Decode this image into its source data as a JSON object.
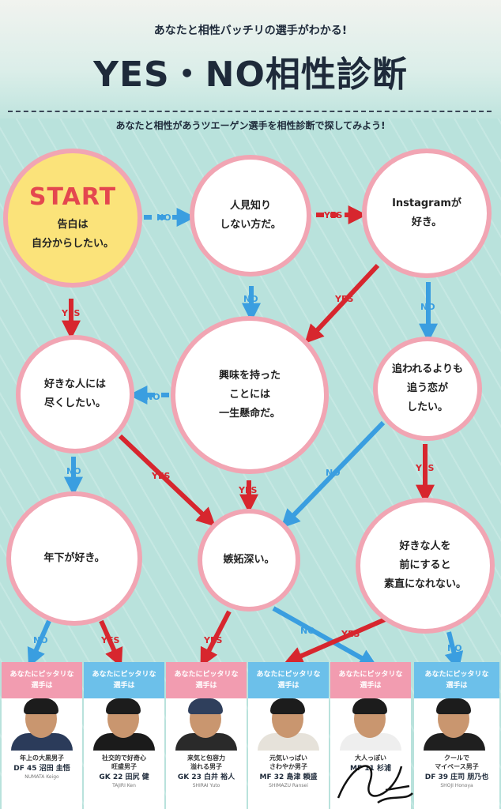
{
  "header": {
    "subtitle": "あなたと相性バッチリの選手がわかる!",
    "title": "YES・NO相性診断",
    "intro": "あなたと相性があうツエーゲン選手を相性診断で探してみよう!"
  },
  "nodes": [
    {
      "id": "start",
      "label": "START",
      "text": "告白は\n自分からしたい。"
    },
    {
      "id": "hitomishiri",
      "text": "人見知り\nしない方だ。"
    },
    {
      "id": "instagram",
      "text": "Instagramが\n好き。"
    },
    {
      "id": "suki_tsukusu",
      "text": "好きな人には\n尽くしたい。"
    },
    {
      "id": "kyomi",
      "text": "興味を持った\nことには\n一生懸命だ。"
    },
    {
      "id": "owareru",
      "text": "追われるよりも\n追う恋が\nしたい。"
    },
    {
      "id": "toshishita",
      "text": "年下が好き。"
    },
    {
      "id": "shitto",
      "text": "嫉妬深い。"
    },
    {
      "id": "sunao",
      "text": "好きな人を\n前にすると\n素直になれない。"
    }
  ],
  "answers": {
    "yes": "YES",
    "no": "NO"
  },
  "colors": {
    "yes": "#d7262e",
    "no": "#3a9ee0",
    "node_border": "#f1a5b3",
    "start_fill": "#fbe37a",
    "pink_header": "#f29cb0",
    "blue_header": "#6cc0ea"
  },
  "cards": [
    {
      "header": "あなたにピッタリな\n選手は",
      "tag": "年上の大黒男子",
      "name": "DF 45 沼田 圭悟",
      "roma": "NUMATA Keigo"
    },
    {
      "header": "あなたにピッタリな\n選手は",
      "tag": "社交的で好奇心\n旺盛男子",
      "name": "GK 22 田尻 健",
      "roma": "TAJIRI Ken"
    },
    {
      "header": "あなたにピッタリな\n選手は",
      "tag": "来気と包容力\n溢れる男子",
      "name": "GK 23 白井 裕人",
      "roma": "SHIRAI Yuto"
    },
    {
      "header": "あなたにピッタリな\n選手は",
      "tag": "元気いっぱい\nさわやか男子",
      "name": "MF 32 島津 頼盛",
      "roma": "SHIMAZU Ransei"
    },
    {
      "header": "あなたにピッタリな\n選手は",
      "tag": "大人っぽい",
      "name": "MF 11 杉浦",
      "roma": ""
    },
    {
      "header": "あなたにピッタリな\n選手は",
      "tag": "クールで\nマイペース男子",
      "name": "DF 39 庄司 朋乃也",
      "roma": "SHOJI Honoya"
    }
  ],
  "icons": [
    "signature-icon"
  ]
}
